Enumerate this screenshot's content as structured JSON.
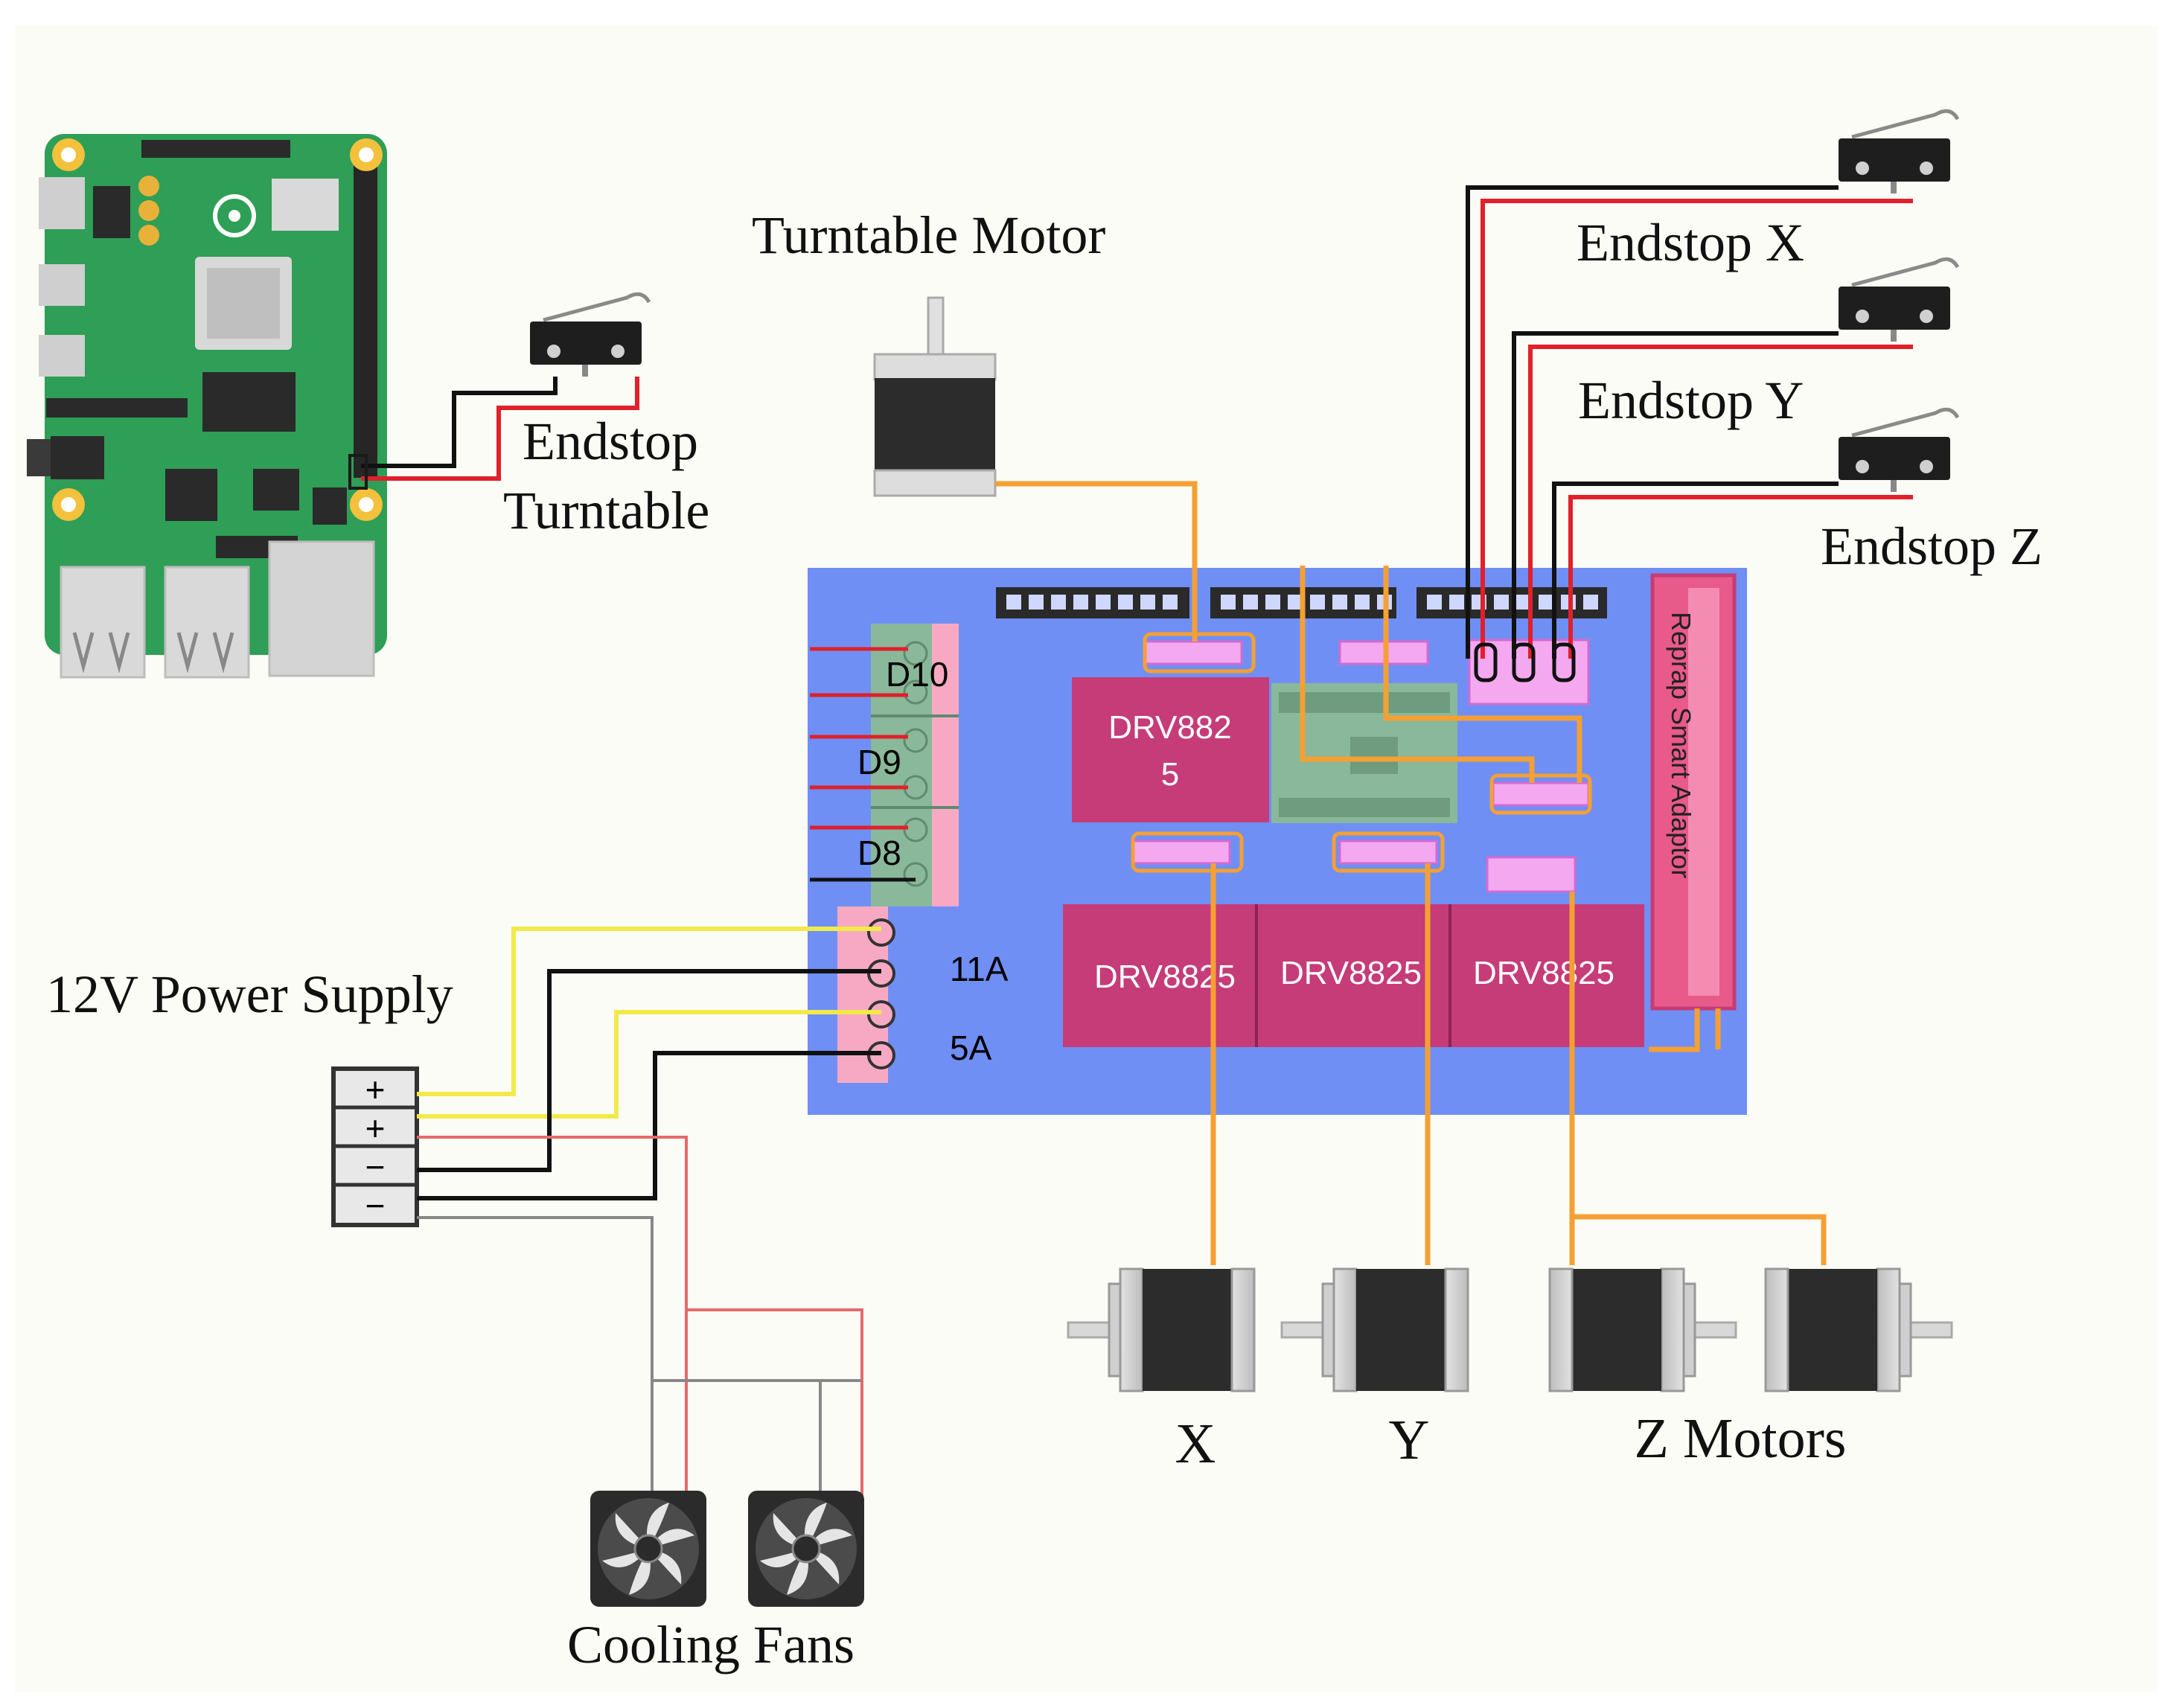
{
  "labels": {
    "turntable_motor": "Turntable Motor",
    "endstop_turntable_line1": "Endstop",
    "endstop_turntable_line2": "Turntable",
    "endstop_x": "Endstop X",
    "endstop_y": "Endstop Y",
    "endstop_z": "Endstop Z",
    "power_supply": "12V Power Supply",
    "cooling_fans": "Cooling Fans",
    "motor_x": "X",
    "motor_y": "Y",
    "z_motors": "Z Motors"
  },
  "board": {
    "driver_top_line1": "DRV882",
    "driver_top_line2": "5",
    "drivers": [
      "DRV8825",
      "DRV8825",
      "DRV8825"
    ],
    "outputs": [
      "D10",
      "D9",
      "D8"
    ],
    "power_inputs": [
      "11A",
      "5A"
    ],
    "adaptor": "Reprap Smart Adaptor"
  },
  "psu_terminals": [
    "+",
    "+",
    "−",
    "−"
  ],
  "colors": {
    "board": "#6f8ff5",
    "driver": "#c53c78",
    "terminal_green": "#8ab89a",
    "terminal_pink": "#f7a9c4",
    "wire_orange": "#f5a034",
    "wire_red": "#e0202a",
    "wire_black": "#111111",
    "wire_yellow": "#f2ea4a",
    "pi_green": "#2f9e56"
  }
}
